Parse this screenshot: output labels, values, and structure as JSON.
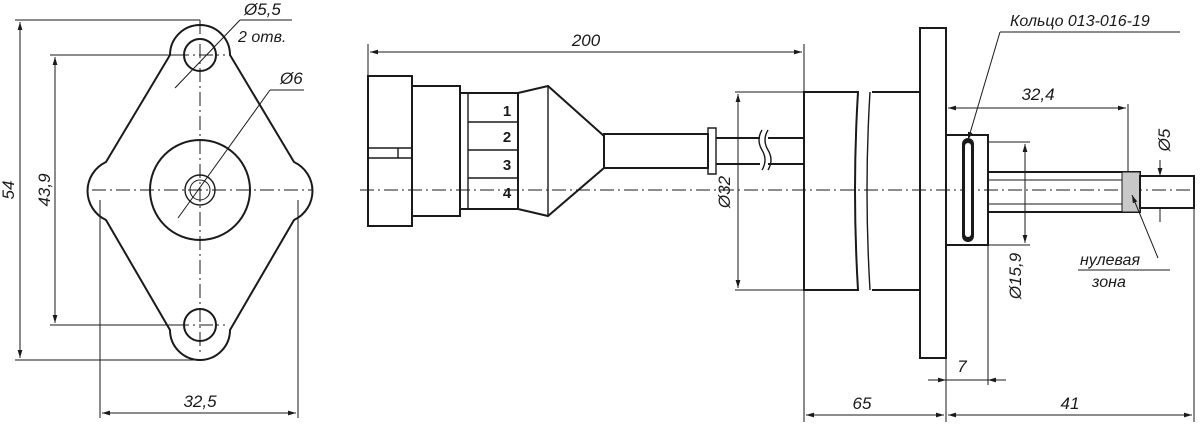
{
  "dimensions": {
    "hole_dia": "Ø5,5",
    "hole_count": "2 отв.",
    "center_hole_dia": "Ø6",
    "total_height": "54",
    "hole_spacing": "43,9",
    "flange_width": "32,5",
    "total_length": "200",
    "body_dia": "Ø32",
    "shaft_len": "32,4",
    "shaft_dia": "Ø5",
    "collar_dia": "Ø15,9",
    "collar_len": "7",
    "body_len": "65",
    "front_len": "41"
  },
  "labels": {
    "ring": "Кольцо 013-016-19",
    "zero_zone_1": "нулевая",
    "zero_zone_2": "зона"
  },
  "connector_pins": [
    "1",
    "2",
    "3",
    "4"
  ],
  "colors": {
    "line": "#1a1a1a",
    "ring": "#1a1a1a",
    "zero_zone": "#c8c8c8"
  }
}
